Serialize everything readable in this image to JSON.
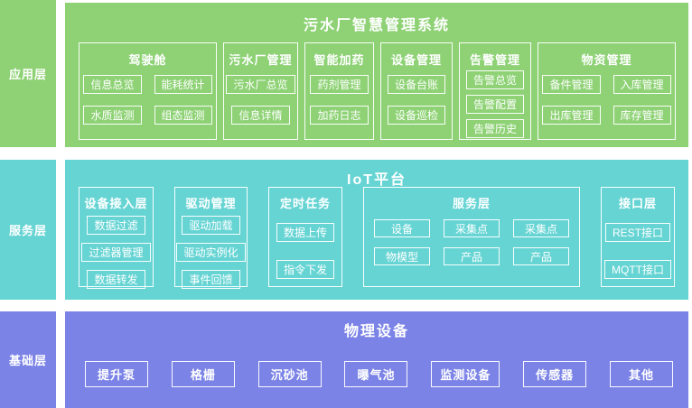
{
  "colors": {
    "application_layer": "#8ed275",
    "service_layer": "#67d4d4",
    "base_layer": "#7b83e6",
    "text": "#ffffff"
  },
  "layers": [
    {
      "label": "应用层",
      "title": "污水厂智慧管理系统",
      "groups": [
        {
          "title": "驾驶舱",
          "items": [
            "信息总览",
            "能耗统计",
            "水质监测",
            "组态监测"
          ]
        },
        {
          "title": "污水厂管理",
          "items": [
            "污水厂总览",
            "信息详情"
          ]
        },
        {
          "title": "智能加药",
          "items": [
            "药剂管理",
            "加药日志"
          ]
        },
        {
          "title": "设备管理",
          "items": [
            "设备台账",
            "设备巡检"
          ]
        },
        {
          "title": "告警管理",
          "items": [
            "告警总览",
            "告警配置",
            "告警历史"
          ]
        },
        {
          "title": "物资管理",
          "items": [
            "备件管理",
            "入库管理",
            "出库管理",
            "库存管理"
          ]
        }
      ]
    },
    {
      "label": "服务层",
      "title": "IoT平台",
      "groups": [
        {
          "title": "设备接入层",
          "items": [
            "数据过滤",
            "过滤器管理",
            "数据转发"
          ]
        },
        {
          "title": "驱动管理",
          "items": [
            "驱动加载",
            "驱动实例化",
            "事件回馈"
          ]
        },
        {
          "title": "定时任务",
          "items": [
            "数据上传",
            "指令下发"
          ]
        },
        {
          "title": "服务层",
          "items": [
            "设备",
            "采集点",
            "采集点",
            "物模型",
            "产品",
            "产品"
          ]
        },
        {
          "title": "接口层",
          "items": [
            "REST接口",
            "MQTT接口"
          ]
        }
      ]
    },
    {
      "label": "基础层",
      "title": "物理设备",
      "items": [
        "提升泵",
        "格栅",
        "沉砂池",
        "曝气池",
        "监测设备",
        "传感器",
        "其他"
      ]
    }
  ]
}
